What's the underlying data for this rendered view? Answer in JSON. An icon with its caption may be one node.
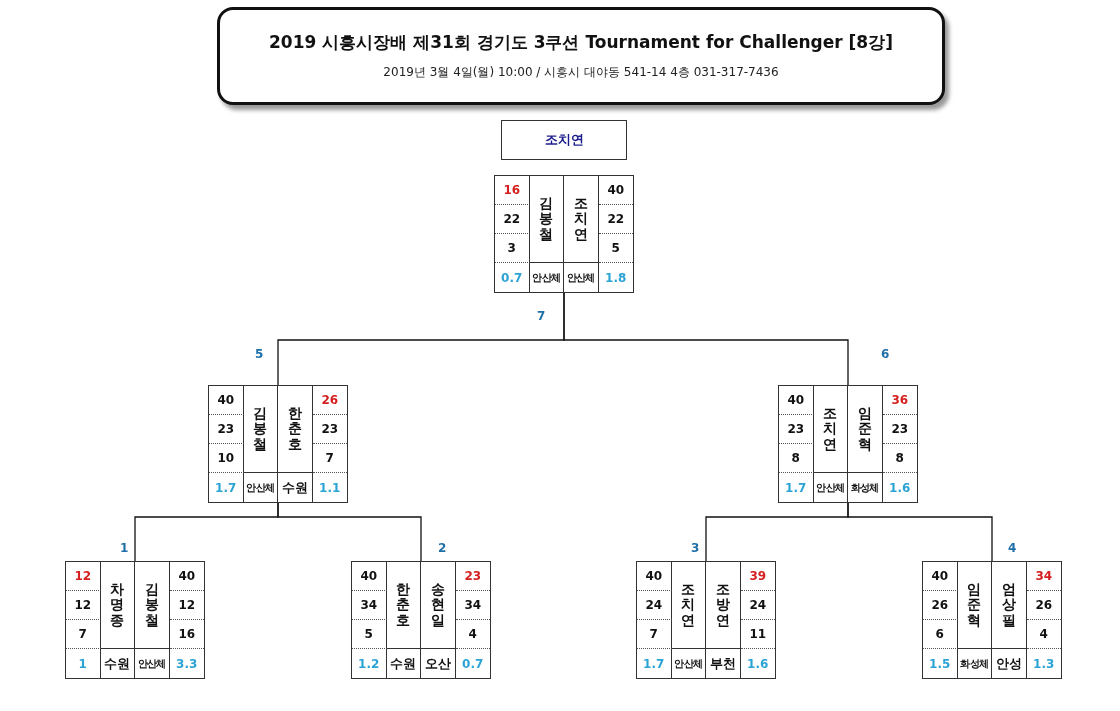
{
  "diagram": {
    "title": "2019 시흥시장배 제31회 경기도 3쿠션 Tournament  for Challenger [8강]",
    "labels": [
      "2019년 3월 4일(월) 10:00 / 시흥시 대야동 541-14 4층 031-317-7436"
    ],
    "nodes": [
      {
        "text": [
          "조치연"
        ]
      },
      {
        "text": [
          "16",
          "22",
          "3",
          "0.7",
          "김봉철",
          "안산체",
          "조치연",
          "안산체",
          "40",
          "22",
          "5",
          "1.8"
        ],
        "beside": [
          "7"
        ]
      },
      {
        "text": [
          "40",
          "23",
          "10",
          "1.7",
          "김봉철",
          "안산체",
          "한춘호",
          "수원",
          "26",
          "23",
          "7",
          "1.1"
        ],
        "beside": [
          "5"
        ]
      },
      {
        "text": [
          "40",
          "23",
          "8",
          "1.7",
          "조치연",
          "안산체",
          "임준혁",
          "화성체",
          "36",
          "23",
          "8",
          "1.6"
        ],
        "beside": [
          "6"
        ]
      },
      {
        "text": [
          "12",
          "12",
          "7",
          "1",
          "차명종",
          "수원",
          "김봉철",
          "안산체",
          "40",
          "12",
          "16",
          "3.3"
        ],
        "beside": [
          "1"
        ]
      },
      {
        "text": [
          "40",
          "34",
          "5",
          "1.2",
          "한춘호",
          "수원",
          "송현일",
          "오산",
          "23",
          "34",
          "4",
          "0.7"
        ],
        "beside": [
          "2"
        ]
      },
      {
        "text": [
          "40",
          "24",
          "7",
          "1.7",
          "조치연",
          "안산체",
          "조방연",
          "부천",
          "39",
          "24",
          "11",
          "1.6"
        ],
        "beside": [
          "3"
        ]
      },
      {
        "text": [
          "40",
          "26",
          "6",
          "1.5",
          "임준혁",
          "화성체",
          "엄상필",
          "안성",
          "34",
          "26",
          "4",
          "1.3"
        ],
        "beside": [
          "4"
        ]
      }
    ],
    "edges": [
      {
        "from": 2,
        "to": 1,
        "arrow": "none"
      },
      {
        "from": 3,
        "to": 1,
        "arrow": "none"
      },
      {
        "from": 4,
        "to": 2,
        "arrow": "none"
      },
      {
        "from": 5,
        "to": 2,
        "arrow": "none"
      },
      {
        "from": 6,
        "to": 3,
        "arrow": "none"
      },
      {
        "from": 7,
        "to": 3,
        "arrow": "none"
      }
    ]
  }
}
